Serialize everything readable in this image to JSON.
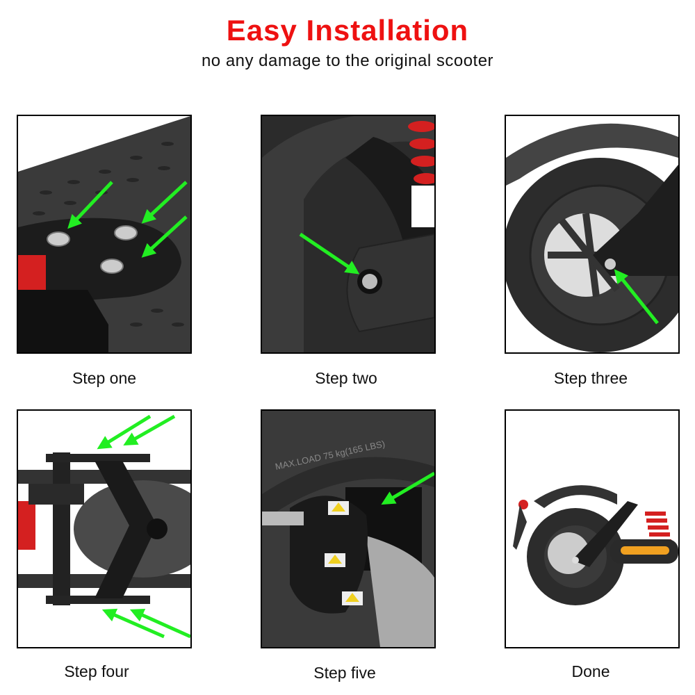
{
  "header": {
    "title": "Easy Installation",
    "subtitle": "no any damage to the original scooter"
  },
  "colors": {
    "title_red": "#ee1111",
    "arrow_green": "#22ee22",
    "shock_red": "#d81f1f",
    "reflector_amber": "#f0a020",
    "frame_black": "#1e1e1e"
  },
  "steps": [
    {
      "caption": "Step one",
      "scene": "deck-plate-with-three-bolts",
      "arrows": 3
    },
    {
      "caption": "Step two",
      "scene": "fender-bracket-bolt",
      "arrows": 1
    },
    {
      "caption": "Step three",
      "scene": "rear-wheel-axle-bolt",
      "arrows": 1
    },
    {
      "caption": "Step four",
      "scene": "bottom-view-bracket-bolts",
      "arrows": 4
    },
    {
      "caption": "Step five",
      "scene": "brake-caliper-closeup",
      "arrows": 1,
      "tire_text": "MAX.LOAD 75 kg(165 LBS)"
    },
    {
      "caption": "Done",
      "scene": "assembled-rear-suspension",
      "arrows": 0
    }
  ]
}
